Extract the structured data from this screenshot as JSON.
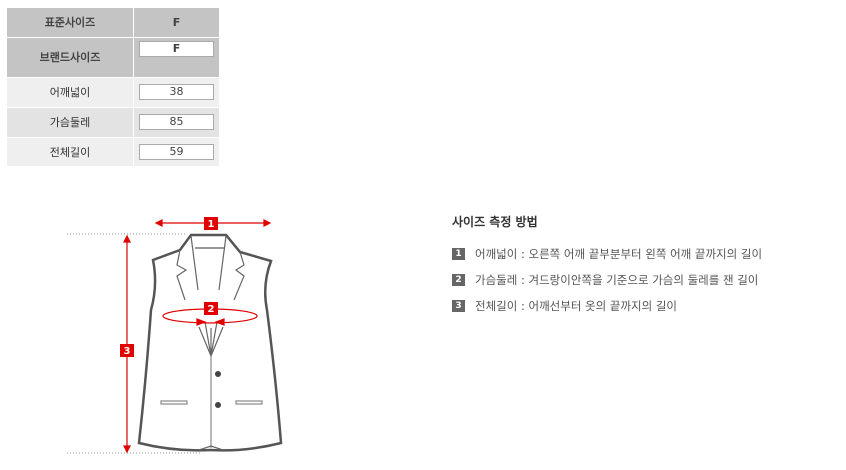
{
  "size_table": {
    "standard_label": "표준사이즈",
    "standard_value": "F",
    "brand_label": "브랜드사이즈",
    "brand_value": "F",
    "rows": [
      {
        "label": "어깨넓이",
        "value": "38"
      },
      {
        "label": "가슴둘레",
        "value": "85"
      },
      {
        "label": "전체길이",
        "value": "59"
      }
    ]
  },
  "diagram": {
    "markers": [
      "1",
      "2",
      "3"
    ],
    "accent_color": "#e00000"
  },
  "method": {
    "title": "사이즈 측정 방법",
    "items": [
      {
        "num": "1",
        "text": "어깨넓이 : 오른쪽 어깨 끝부분부터 왼쪽 어깨 끝까지의 길이"
      },
      {
        "num": "2",
        "text": "가슴둘레 : 겨드랑이안쪽을 기준으로 가슴의 둘레를 잰 길이"
      },
      {
        "num": "3",
        "text": "전체길이 : 어깨선부터 옷의 끝까지의 길이"
      }
    ]
  }
}
